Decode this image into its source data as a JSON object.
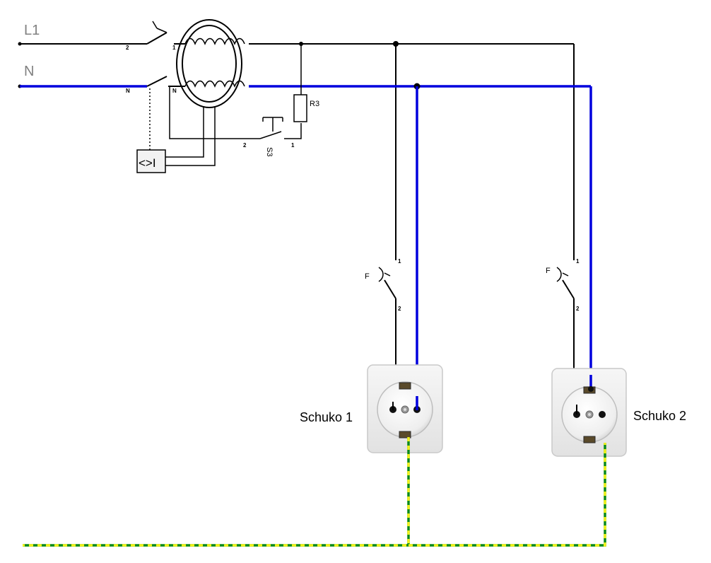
{
  "labels": {
    "phase": "L1",
    "neutral": "N",
    "resistor": "R3",
    "test_button": "S3",
    "breaker": "F",
    "socket1": "Schuko 1",
    "socket2": "Schuko 2",
    "trip_unit": "<>I"
  },
  "terminals": {
    "rcd_in_top": "2",
    "rcd_in_bottom": "N",
    "rcd_out_top": "1",
    "rcd_out_bottom": "N",
    "s3_left": "2",
    "s3_right": "1",
    "f1_top": "1",
    "f1_bottom": "2",
    "f2_top": "1",
    "f2_bottom": "2"
  },
  "colors": {
    "phase_wire": "#000000",
    "neutral_wire": "#0000dd",
    "earth_wire_green": "#0a8a1a",
    "earth_wire_yellow": "#f2f21a",
    "phase_label": "#808080"
  }
}
